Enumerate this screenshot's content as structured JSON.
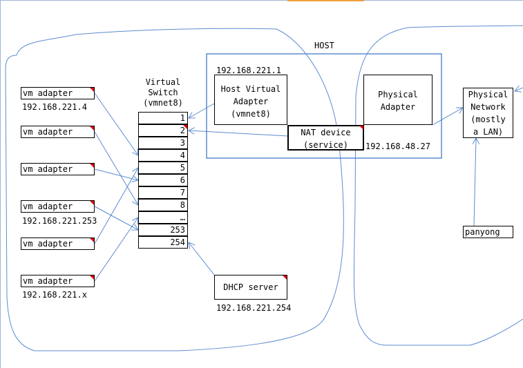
{
  "colors": {
    "line": "#5b8bd0",
    "accent": "#f0a040",
    "border": "#000000",
    "corner_marker": "#e00000"
  },
  "host": {
    "title": "HOST"
  },
  "virtual_switch": {
    "title_lines": [
      "Virtual",
      "Switch",
      "(vmnet8)"
    ],
    "ports": [
      "1",
      "2",
      "3",
      "4",
      "5",
      "6",
      "7",
      "8",
      "…",
      "253",
      "254"
    ]
  },
  "vm_adapters": [
    {
      "label": "vm adapter",
      "ip": "192.168.221.4",
      "port": "4"
    },
    {
      "label": "vm adapter",
      "ip": "",
      "port": "8"
    },
    {
      "label": "vm adapter",
      "ip": "",
      "port": "6"
    },
    {
      "label": "vm adapter",
      "ip": "192.168.221.253",
      "port": "253"
    },
    {
      "label": "vm adapter",
      "ip": "",
      "port": "5"
    },
    {
      "label": "vm adapter",
      "ip": "192.168.221.x",
      "port": "…"
    }
  ],
  "host_virtual_adapter": {
    "ip": "192.168.221.1",
    "lines": [
      "Host Virtual",
      "Adapter",
      "(vmnet8)"
    ]
  },
  "nat_device": {
    "lines": [
      "NAT device",
      "(service)"
    ]
  },
  "physical_adapter": {
    "lines": [
      "Physical",
      "Adapter"
    ],
    "ip": "192.168.48.27"
  },
  "physical_network": {
    "lines": [
      "Physical",
      "Network",
      "(mostly",
      "a LAN)"
    ]
  },
  "panyong": {
    "label": "panyong"
  },
  "dhcp_server": {
    "label": "DHCP server",
    "ip": "192.168.221.254"
  }
}
